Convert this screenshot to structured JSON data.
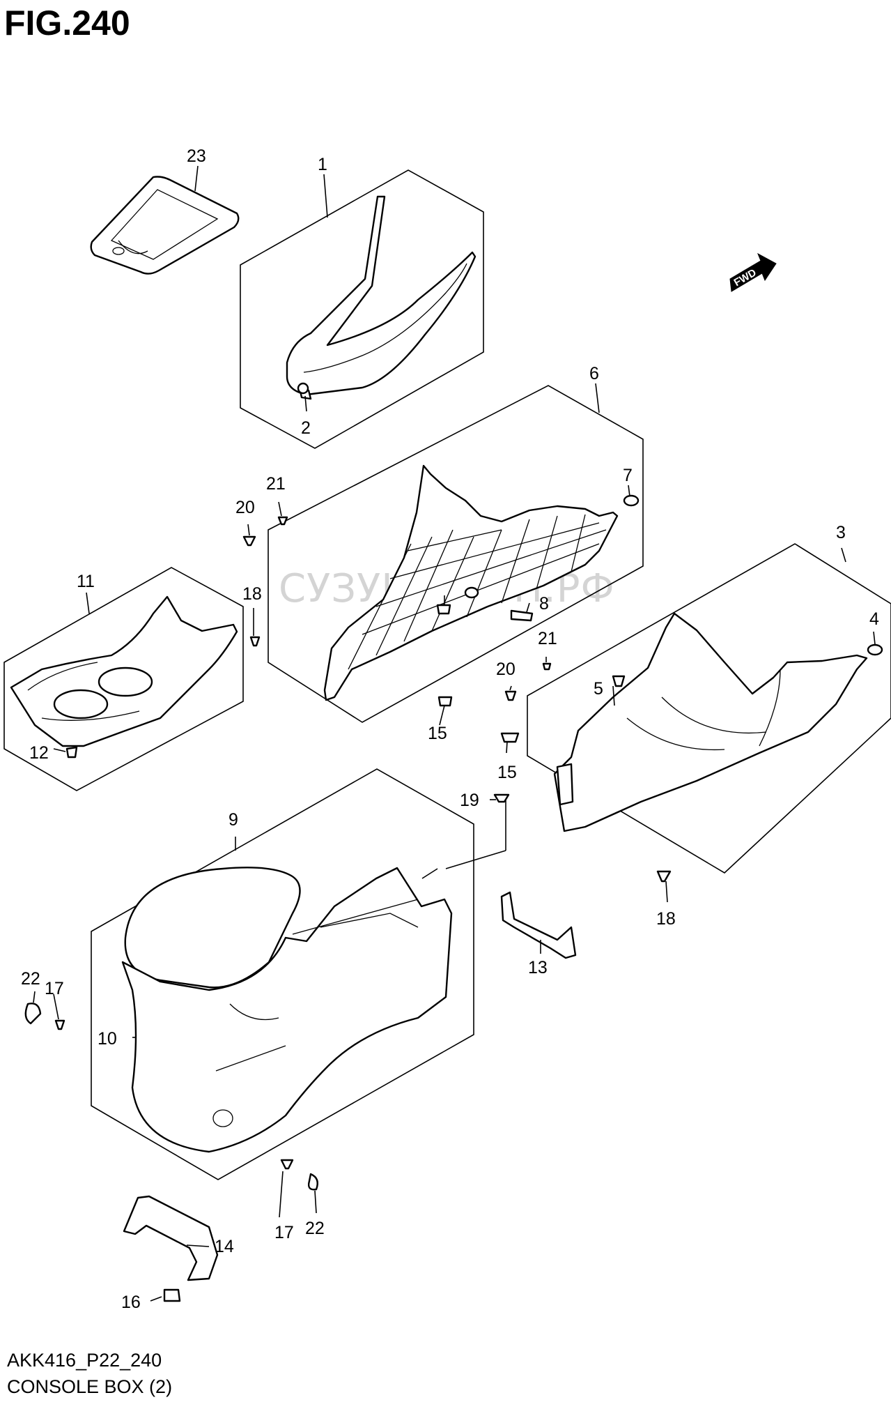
{
  "figure": {
    "title": "FIG.240",
    "drawing_code": "AKK416_P22_240",
    "caption": "CONSOLE BOX (2)",
    "watermark": "СУЗУКИШОП.РФ",
    "fwd_label": "FWD"
  },
  "callouts": {
    "c1": "1",
    "c2": "2",
    "c3": "3",
    "c4": "4",
    "c5": "5",
    "c6": "6",
    "c7": "7",
    "c8": "8",
    "c9": "9",
    "c10": "10",
    "c11": "11",
    "c12": "12",
    "c13": "13",
    "c14": "14",
    "c15a": "15",
    "c15b": "15",
    "c16": "16",
    "c17a": "17",
    "c17b": "17",
    "c18a": "18",
    "c18b": "18",
    "c19": "19",
    "c20a": "20",
    "c20b": "20",
    "c21a": "21",
    "c21b": "21",
    "c22a": "22",
    "c22b": "22",
    "c23": "23"
  }
}
